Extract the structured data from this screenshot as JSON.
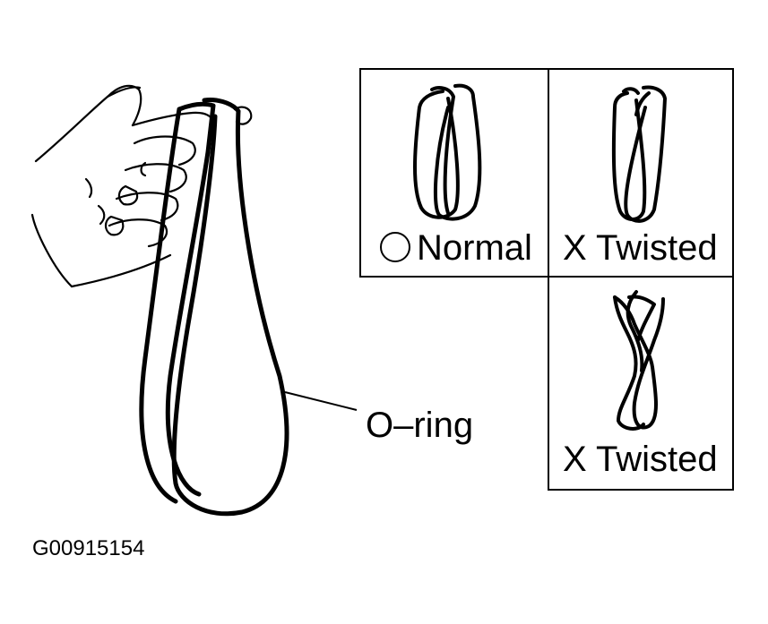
{
  "callout": {
    "label": "O–ring"
  },
  "panels": {
    "normal": {
      "symbol": "○",
      "label": "Normal"
    },
    "twisted_a": {
      "symbol": "X",
      "label": "Twisted"
    },
    "twisted_b": {
      "symbol": "X",
      "label": "Twisted"
    }
  },
  "figure_code": "G00915154",
  "colors": {
    "ink": "#000000",
    "paper": "#ffffff"
  }
}
